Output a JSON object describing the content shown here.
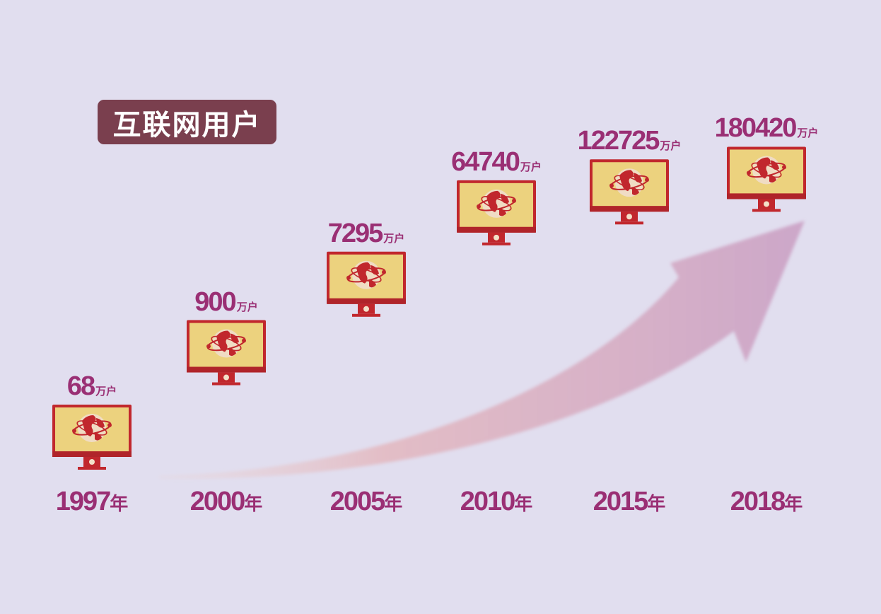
{
  "title": "互联网用户",
  "colors": {
    "background": "#e1deef",
    "badge": "#7a3f4e",
    "label": "#9a2f74",
    "monitor_frame": "#c1272d",
    "monitor_screen": "#ecd27e"
  },
  "icon": "computer-monitor-globe-icon",
  "chart_data": {
    "type": "bar",
    "title": "互联网用户",
    "categories": [
      "1997年",
      "2000年",
      "2005年",
      "2010年",
      "2015年",
      "2018年"
    ],
    "x": [
      1997,
      2000,
      2005,
      2010,
      2015,
      2018
    ],
    "values": [
      68,
      900,
      7295,
      64740,
      122725,
      180420
    ],
    "value_labels": [
      "68",
      "900",
      "7295",
      "64740",
      "122725",
      "180420"
    ],
    "value_unit": "万户",
    "year_unit": "年",
    "year_labels": [
      "1997",
      "2000",
      "2005",
      "2010",
      "2015",
      "2018"
    ]
  }
}
